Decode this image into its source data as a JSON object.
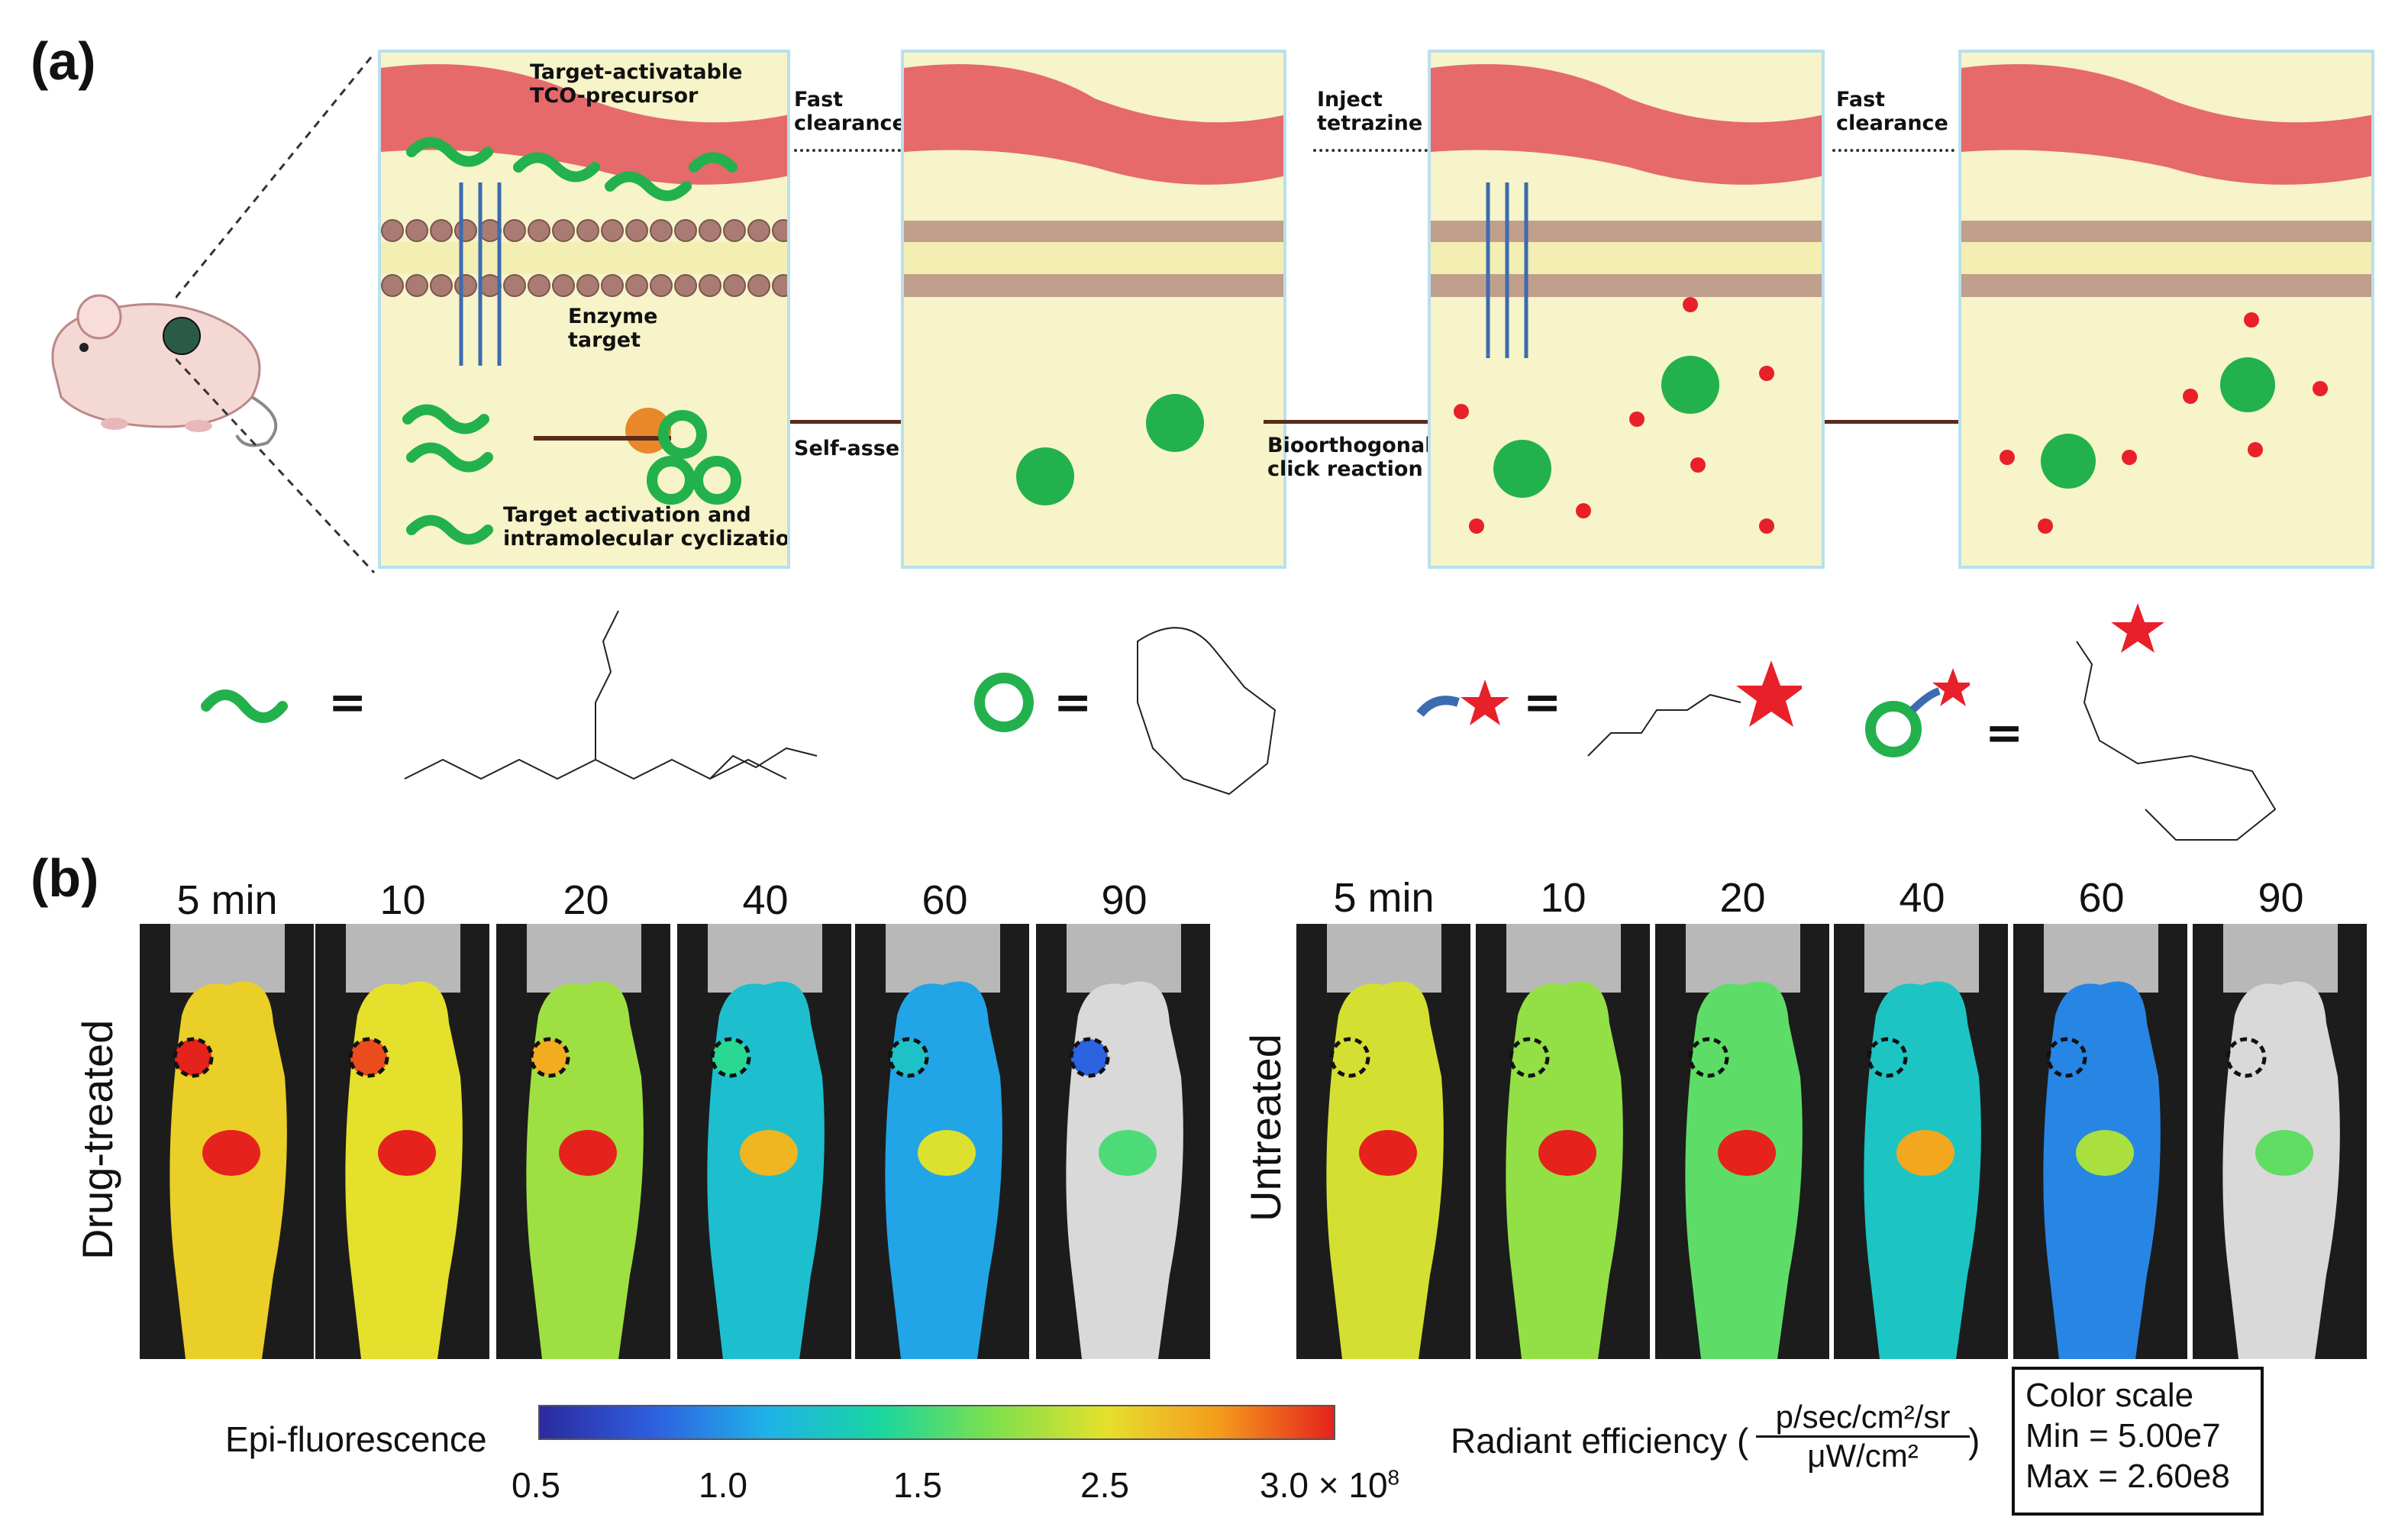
{
  "panel_a": {
    "letter": "(a)",
    "steps": [
      {
        "label": "Fast\nclearance"
      },
      {
        "label": "Inject\ntetrazine"
      },
      {
        "label": "Fast\nclearance"
      }
    ],
    "labels": {
      "tco_precursor": "Target-activatable\nTCO-precursor",
      "enzyme_target": "Enzyme\ntarget",
      "activation": "Target activation and\nintramolecular cyclization",
      "self_assembly": "Self-assembly",
      "click": "Bioorthogonal\nclick reaction"
    },
    "equals": "="
  },
  "panel_b": {
    "letter": "(b)",
    "groups": [
      {
        "name": "Drug-treated",
        "times": [
          "5 min",
          "10",
          "20",
          "40",
          "60",
          "90"
        ],
        "intensity": [
          1.0,
          0.95,
          0.82,
          0.45,
          0.35,
          0.15
        ]
      },
      {
        "name": "Untreated",
        "times": [
          "5 min",
          "10",
          "20",
          "40",
          "60",
          "90"
        ],
        "intensity": [
          0.92,
          0.8,
          0.7,
          0.48,
          0.28,
          0.18
        ]
      }
    ],
    "colorbar": {
      "label": "Epi-fluorescence",
      "ticks": [
        "0.5",
        "1.0",
        "1.5",
        "2.5",
        "3.0 × 10"
      ],
      "exponent": "8"
    },
    "radiant": {
      "label": "Radiant efficiency (",
      "numerator": "p/sec/cm²/sr",
      "denominator": "μW/cm²",
      "close": ")"
    },
    "color_scale": {
      "title": "Color scale",
      "min": "Min = 5.00e7",
      "max": "Max = 2.60e8"
    }
  },
  "colors": {
    "panel_bg": "#f6f4c8",
    "panel_border": "#b9e0ec",
    "vessel": "#e0404e",
    "bead": "#a97b72",
    "probe_green": "#22b14c",
    "star_red": "#e8202a",
    "arrow_blue": "#3b6bb0"
  }
}
